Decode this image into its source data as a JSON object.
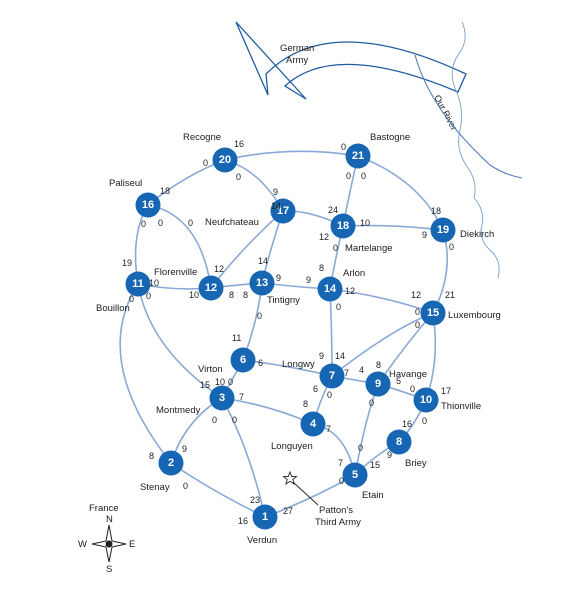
{
  "labels": {
    "army": [
      "German",
      "Army"
    ],
    "river": "Our River",
    "patton": [
      "Patton's",
      "Third Army"
    ],
    "compass_title": "France",
    "compass_n": "N",
    "compass_s": "S",
    "compass_e": "E",
    "compass_w": "W"
  },
  "colors": {
    "node": "#1666b4",
    "road": "#8aa9d6",
    "border": "#4f7fbf"
  },
  "nodes": [
    {
      "id": "1",
      "town": "Verdun"
    },
    {
      "id": "2",
      "town": "Stenay"
    },
    {
      "id": "3",
      "town": "Montmedy"
    },
    {
      "id": "4",
      "town": "Longuyen"
    },
    {
      "id": "5",
      "town": "Etain"
    },
    {
      "id": "6",
      "town": "Virton"
    },
    {
      "id": "7",
      "town": "Longwy"
    },
    {
      "id": "8",
      "town": "Briey"
    },
    {
      "id": "9",
      "town": "Havange"
    },
    {
      "id": "10",
      "town": "Thionville"
    },
    {
      "id": "11",
      "town": "Bouillon"
    },
    {
      "id": "12",
      "town": "Florenville"
    },
    {
      "id": "13",
      "town": "Tintigny"
    },
    {
      "id": "14",
      "town": "Arlon"
    },
    {
      "id": "15",
      "town": "Luxembourg"
    },
    {
      "id": "16",
      "town": "Paliseul"
    },
    {
      "id": "17",
      "town": "Neufchateau"
    },
    {
      "id": "18",
      "town": "Martelange"
    },
    {
      "id": "19",
      "town": "Diekirch"
    },
    {
      "id": "20",
      "town": "Recogne"
    },
    {
      "id": "21",
      "town": "Bastogne"
    }
  ],
  "capacities": [
    "16",
    "18",
    "0",
    "0",
    "9",
    "0",
    "0",
    "0",
    "24",
    "10",
    "12",
    "0",
    "18",
    "9",
    "0",
    "19",
    "0",
    "12",
    "10",
    "10",
    "8",
    "14",
    "8",
    "9",
    "9",
    "8",
    "14",
    "12",
    "0",
    "12",
    "21",
    "0",
    "0",
    "11",
    "0",
    "6",
    "9",
    "14",
    "15",
    "10",
    "0",
    "0",
    "7",
    "7",
    "0",
    "7",
    "8",
    "6",
    "0",
    "4",
    "8",
    "5",
    "0",
    "17",
    "0",
    "16",
    "0",
    "9",
    "15",
    "7",
    "0",
    "8",
    "9",
    "0",
    "23",
    "16",
    "27",
    "0",
    "0",
    "0",
    "0",
    "0"
  ]
}
